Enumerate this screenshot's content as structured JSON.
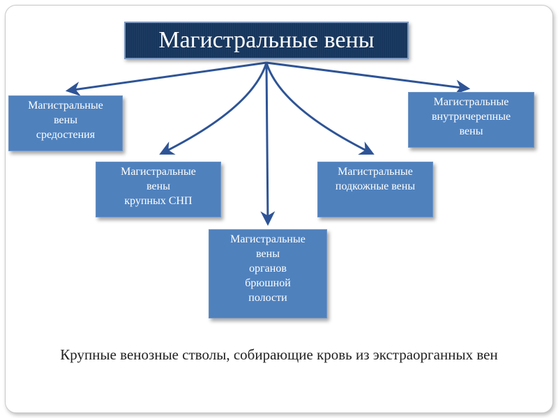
{
  "title": "Магистральные вены",
  "nodes": {
    "mediastinum": "Магистральные\nвены\nсредостения",
    "large_nerves": "Магистральные\nвены\nкрупных СНП",
    "abdominal": "Магистральные\nвены\nорганов\nбрюшной\nполости",
    "subcutaneous": "Магистральные\nподкожные вены",
    "intracranial": "Магистральные\nвнутричерепные\nвены"
  },
  "caption": "Крупные венозные стволы, собирающие кровь из экстраорганных вен",
  "colors": {
    "title_bg": "#17365d",
    "node_bg": "#4f81bd",
    "arrow": "#2e5496"
  }
}
